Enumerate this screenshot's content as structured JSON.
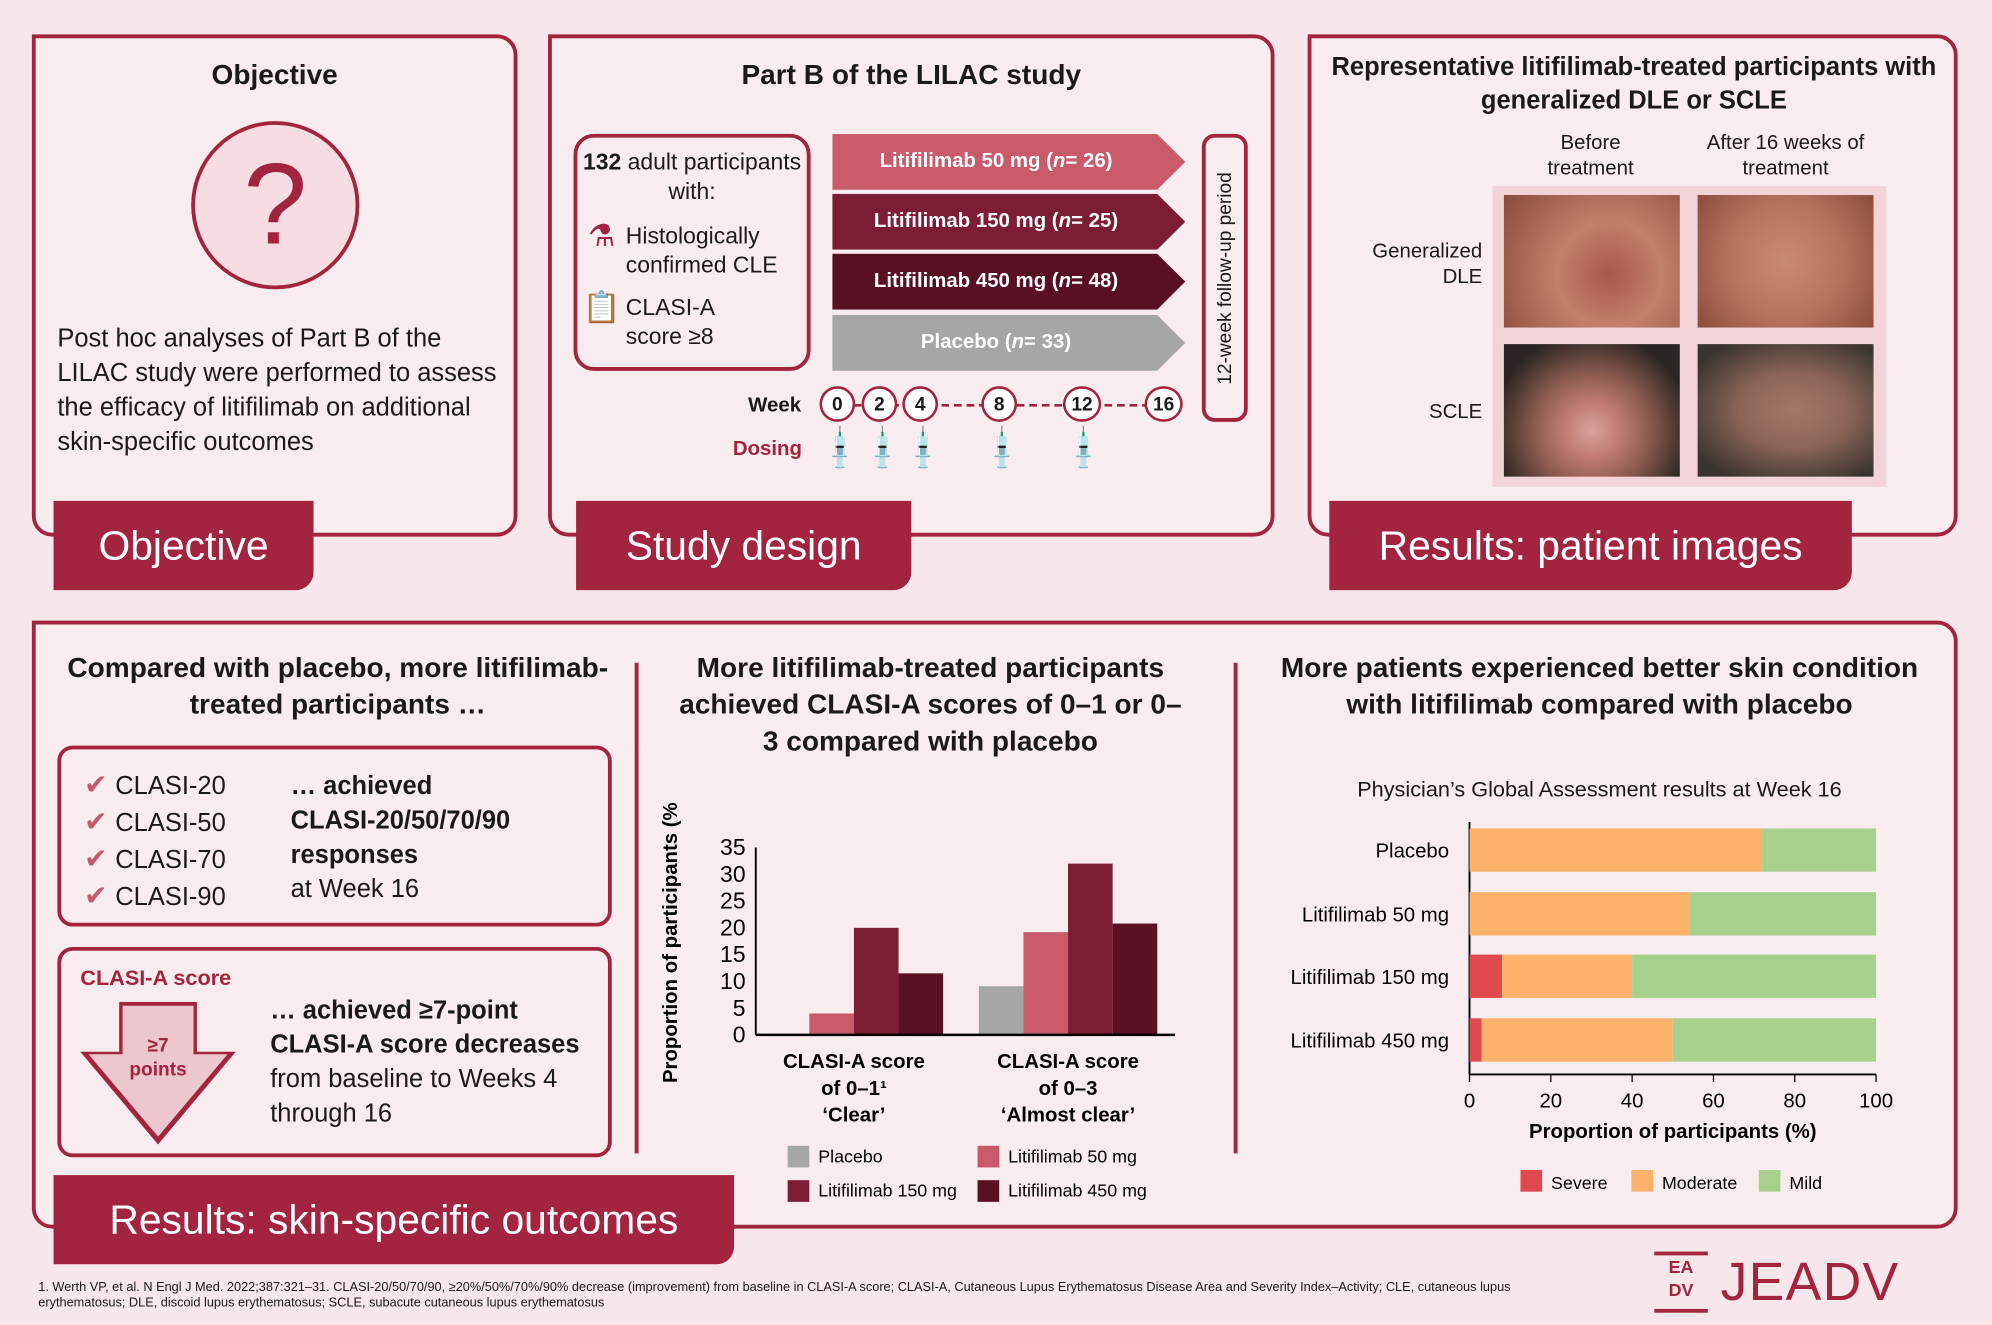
{
  "objective": {
    "title": "Objective",
    "text": "Post hoc analyses of Part B of the LILAC study were performed to assess the efficacy of litifilimab on additional skin-specific outcomes",
    "tab": "Objective"
  },
  "study_design": {
    "title": "Part B of the LILAC study",
    "participants_count": "132",
    "participants_text": " adult participants with:",
    "criteria": [
      "Histologically confirmed CLE",
      "CLASI-A score ≥8"
    ],
    "arms": [
      {
        "label": "Litifilimab 50 mg (",
        "n": "n",
        "rest": " = 26)",
        "color": "#c95a6a"
      },
      {
        "label": "Litifilimab 150 mg (",
        "n": "n",
        "rest": " = 25)",
        "color": "#7d1c35"
      },
      {
        "label": "Litifilimab 450 mg (",
        "n": "n",
        "rest": " = 48)",
        "color": "#5a1023"
      },
      {
        "label": "Placebo (",
        "n": "n",
        "rest": " = 33)",
        "color": "#a6a6a6"
      }
    ],
    "follow_up": "12-week follow-up period",
    "week_label": "Week",
    "weeks": [
      "0",
      "2",
      "4",
      "8",
      "12",
      "16"
    ],
    "dosing_label": "Dosing",
    "tab": "Study design"
  },
  "patient_images": {
    "title": "Representative litifilimab-treated participants with generalized DLE or SCLE",
    "col_before": "Before treatment",
    "col_after": "After 16 weeks of treatment",
    "row_dle": "Generalized DLE",
    "row_scle": "SCLE",
    "tab": "Results: patient images"
  },
  "outcomes": {
    "title": "Compared with placebo, more litifilimab-treated participants …",
    "clasi_items": [
      "CLASI-20",
      "CLASI-50",
      "CLASI-70",
      "CLASI-90"
    ],
    "achieved_1": "… achieved",
    "achieved_2": "CLASI-20/50/70/90 responses",
    "achieved_3": "at Week 16",
    "box2_title": "CLASI-A score",
    "arrow_text": "≥7 points",
    "achieved_b1": "… achieved ≥7-point CLASI-A score decreases",
    "achieved_b2": " from baseline to Weeks 4 through 16",
    "tab": "Results: skin-specific outcomes"
  },
  "chart_data": [
    {
      "type": "bar",
      "title": "More litifilimab-treated participants achieved CLASI-A scores of 0–1 or 0–3 compared with placebo",
      "categories": [
        "CLASI-A score of 0–1¹ ‘Clear’",
        "CLASI-A score of 0–3 ‘Almost clear’"
      ],
      "category_lines": [
        [
          "CLASI-A score",
          "of 0–1¹",
          "‘Clear’"
        ],
        [
          "CLASI-A score",
          "of 0–3",
          "‘Almost clear’"
        ]
      ],
      "ylabel": "Proportion of participants (%)",
      "ylim": [
        0,
        35
      ],
      "yticks": [
        "0",
        "5",
        "10",
        "15",
        "20",
        "25",
        "30",
        "35"
      ],
      "series": [
        {
          "name": "Placebo",
          "values": [
            0,
            9.1
          ],
          "color": "#a6a6a6"
        },
        {
          "name": "Litifilimab 50 mg",
          "values": [
            4,
            19.2
          ],
          "color": "#c95a6a"
        },
        {
          "name": "Litifilimab 150 mg",
          "values": [
            20,
            32
          ],
          "color": "#7d1c35"
        },
        {
          "name": "Litifilimab 450 mg",
          "values": [
            11.5,
            20.8
          ],
          "color": "#5a1023"
        }
      ],
      "legend": "bottom"
    },
    {
      "type": "bar",
      "orientation": "horizontal-stacked",
      "title": "More patients experienced better skin condition with litifilimab compared with placebo",
      "subtitle": "Physician’s Global Assessment results at Week 16",
      "categories": [
        "Placebo",
        "Litifilimab 50 mg",
        "Litifilimab 150 mg",
        "Litifilimab 450 mg"
      ],
      "xlabel": "Proportion of participants (%)",
      "xlim": [
        0,
        100
      ],
      "xticks": [
        "0",
        "20",
        "40",
        "60",
        "80",
        "100"
      ],
      "series": [
        {
          "name": "Severe",
          "values": [
            0,
            0,
            8,
            3
          ],
          "color": "#e04a4f"
        },
        {
          "name": "Moderate",
          "values": [
            72,
            54,
            32,
            47
          ],
          "color": "#fbb36b"
        },
        {
          "name": "Mild",
          "values": [
            28,
            46,
            60,
            50
          ],
          "color": "#a8d08d"
        }
      ],
      "legend": "bottom"
    }
  ],
  "footnote": "1. Werth VP, et al. N Engl J Med. 2022;387:321–31. CLASI-20/50/70/90, ≥20%/50%/70%/90% decrease (improvement) from baseline in CLASI-A score; CLASI-A, Cutaneous Lupus Erythematosus Disease Area and Severity Index–Activity; CLE, cutaneous lupus erythematosus; DLE, discoid lupus erythematosus; SCLE, subacute cutaneous lupus erythematosus",
  "logo": "JEADV"
}
